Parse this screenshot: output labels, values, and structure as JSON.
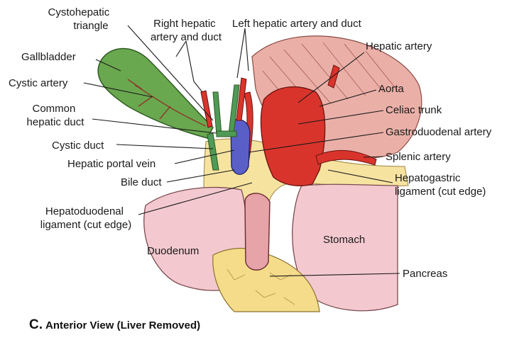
{
  "caption": {
    "letter": "C.",
    "text": "Anterior View (Liver Removed)"
  },
  "labels": {
    "cystohepatic_triangle": [
      "Cystohepatic",
      "triangle"
    ],
    "right_hepatic": [
      "Right hepatic",
      "artery and duct"
    ],
    "left_hepatic": "Left hepatic artery and duct",
    "hepatic_artery": "Hepatic artery",
    "gallbladder": "Gallbladder",
    "cystic_artery": "Cystic artery",
    "aorta": "Aorta",
    "common_hepatic_duct": [
      "Common",
      "hepatic duct"
    ],
    "celiac_trunk": "Celiac trunk",
    "gastroduodenal_artery": "Gastroduodenal artery",
    "cystic_duct": "Cystic duct",
    "hepatic_portal_vein": "Hepatic portal vein",
    "splenic_artery": "Splenic artery",
    "bile_duct": "Bile duct",
    "hepatogastric_ligament": [
      "Hepatogastric",
      "ligament (cut edge)"
    ],
    "hepatoduodenal_ligament": [
      "Hepatoduodenal",
      "ligament (cut edge)"
    ],
    "stomach": "Stomach",
    "duodenum": "Duodenum",
    "pancreas": "Pancreas"
  },
  "colors": {
    "gallbladder": "#6aa84f",
    "artery": "#d9342b",
    "vein": "#5a5fc8",
    "duct": "#4f9a56",
    "stomach": "#f3c9cf",
    "duodenum": "#f3c9cf",
    "pancreas": "#f5dc8a",
    "fat": "#f6e3a0",
    "muscle": "#e9a5a0"
  }
}
